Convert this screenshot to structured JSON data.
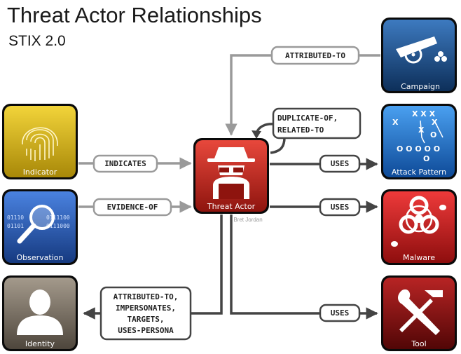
{
  "title": "Threat Actor Relationships",
  "subtitle": "STIX 2.0",
  "credit": "Bret Jordan",
  "nodes": {
    "threat_actor": "Threat Actor",
    "campaign": "Campaign",
    "indicator": "Indicator",
    "observation": "Observation",
    "identity": "Identity",
    "attack_pattern": "Attack Pattern",
    "malware": "Malware",
    "tool": "Tool"
  },
  "relationships": {
    "attributed_to": "ATTRIBUTED-TO",
    "duplicate_of_line1": "DUPLICATE-OF,",
    "duplicate_of_line2": "RELATED-TO",
    "indicates": "INDICATES",
    "evidence_of": "EVIDENCE-OF",
    "uses_attack_pattern": "USES",
    "uses_malware": "USES",
    "uses_tool": "USES",
    "identity_line1": "ATTRIBUTED-TO,",
    "identity_line2": "IMPERSONATES,",
    "identity_line3": "TARGETS,",
    "identity_line4": "USES-PERSONA"
  },
  "colors": {
    "threat_actor": "#c8281e",
    "campaign": "#1d4f86",
    "indicator": "#d4b015",
    "observation": "#2a58b0",
    "identity": "#7a7064",
    "attack_pattern": "#1e6fc8",
    "malware": "#c81e1e",
    "tool": "#8a1010",
    "gray_line": "#9a9a9a",
    "dark_line": "#444444"
  },
  "observation_binary": [
    "01110",
    "01101",
    "0111100",
    "0111000"
  ]
}
